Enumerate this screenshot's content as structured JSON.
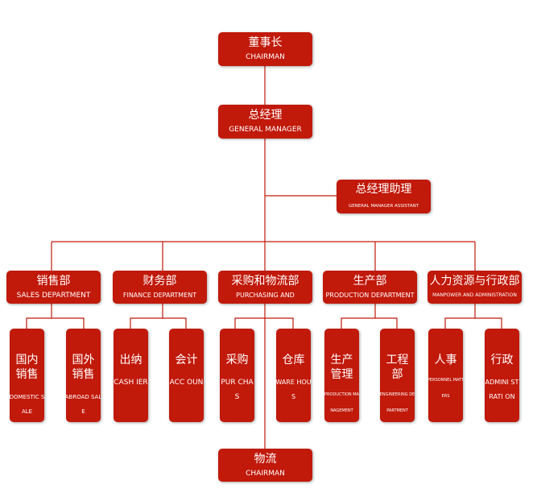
{
  "colors": {
    "box": "#c1190a",
    "line": "#c1190a",
    "text": "#ffffff"
  },
  "nodes": {
    "chairman": {
      "cn": "董事长",
      "en": "CHAIRMAN"
    },
    "gm": {
      "cn": "总经理",
      "en": "GENERAL MANAGER"
    },
    "assistant": {
      "cn": "总经理助理",
      "en": "GENERAL MANAGER ASSISTANT"
    },
    "sales": {
      "cn": "销售部",
      "en": "SALES DEPARTMENT"
    },
    "finance": {
      "cn": "财务部",
      "en": "FINANCE DEPARTMENT"
    },
    "purchasing": {
      "cn": "采购和物流部",
      "en": "PURCHASING AND"
    },
    "production": {
      "cn": "生产部",
      "en": "PRODUCTION DEPARTMENT"
    },
    "hr": {
      "cn": "人力资源与行政部",
      "en": "MANPOWER AND ADMINISTRATION"
    },
    "domestic": {
      "cn": "国内销售",
      "en": "DOMESTIC SALE"
    },
    "abroad": {
      "cn": "国外销售",
      "en": "ABROAD SALE"
    },
    "cashier": {
      "cn": "出纳",
      "en": "CASH IER"
    },
    "accounting": {
      "cn": "会计",
      "en": "ACC OUN"
    },
    "purchase": {
      "cn": "采购",
      "en": "PUR CHAS"
    },
    "warehouse": {
      "cn": "仓库",
      "en": "WARE HOUS"
    },
    "prodmgmt": {
      "cn": "生产管理",
      "en": "PRODUCTION MANAGEMENT"
    },
    "engineering": {
      "cn": "工程部",
      "en": "ENGINEERING DEPARTMENT"
    },
    "personnel": {
      "cn": "人事",
      "en": "PERSONNEL MATTERS"
    },
    "admin": {
      "cn": "行政",
      "en": "ADMINI STRATI ON"
    },
    "logistics": {
      "cn": "物流",
      "en": "CHAIRMAN"
    }
  }
}
